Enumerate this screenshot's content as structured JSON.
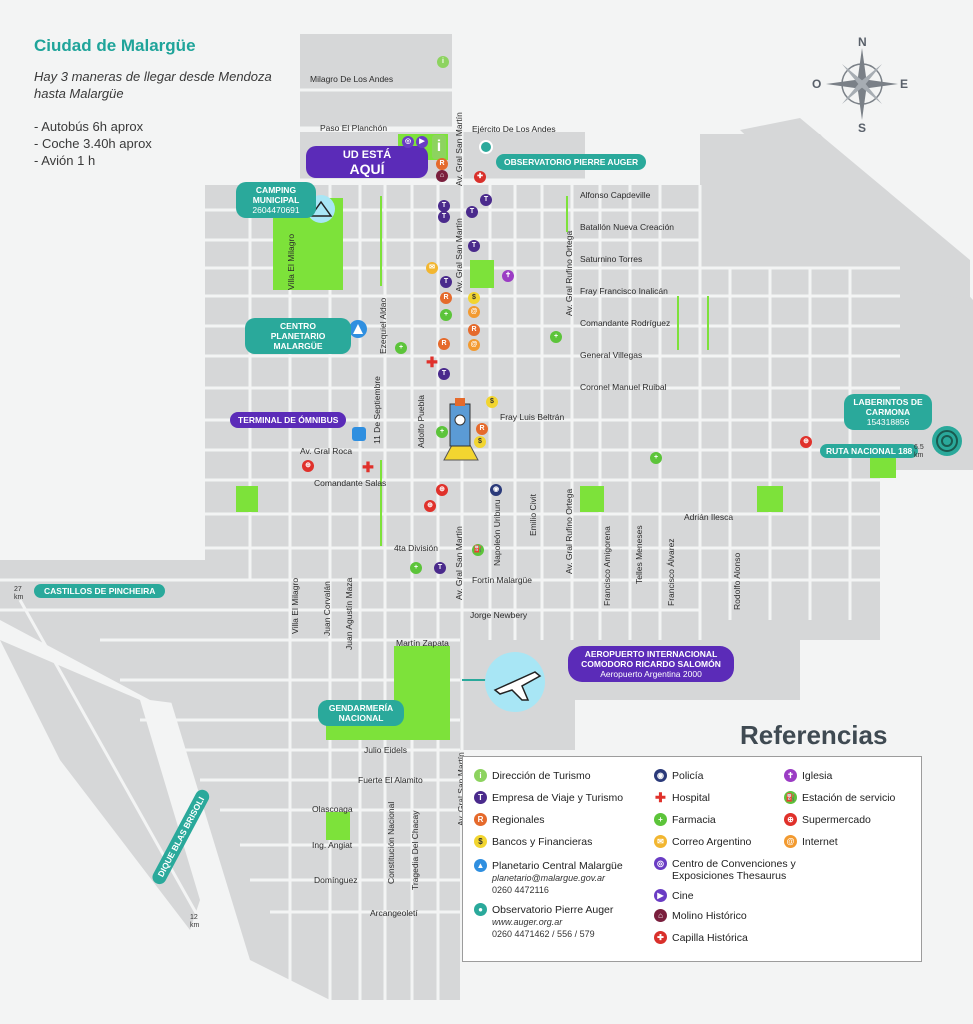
{
  "header": {
    "title": "Ciudad de Malargüe",
    "intro": "Hay 3 maneras de llegar desde Mendoza hasta Malargüe",
    "modes": [
      "- Autobús 6h aprox",
      "- Coche 3.40h aprox",
      "- Avión 1 h"
    ]
  },
  "compass": {
    "n": "N",
    "s": "S",
    "e": "E",
    "o": "O"
  },
  "here": {
    "line1": "UD ESTÁ",
    "line2": "AQUÍ"
  },
  "places": {
    "observatorio": "OBSERVATORIO PIERRE AUGER",
    "camping": "CAMPING MUNICIPAL",
    "camping_phone": "2604470691",
    "planetario": "CENTRO PLANETARIO MALARGÜE",
    "terminal": "TERMINAL DE ÓMNIBUS",
    "laberintos": "LABERINTOS DE CARMONA",
    "laberintos_phone": "154318856",
    "ruta": "RUTA NACIONAL 188",
    "ruta_km": "6.5 km",
    "castillos": "CASTILLOS DE PINCHEIRA",
    "castillos_km": "27 km",
    "dique": "DIQUE BLAS BRISOLI",
    "dique_km": "12 km",
    "aeropuerto": "AEROPUERTO INTERNACIONAL COMODORO RICARDO SALOMÓN",
    "aeropuerto_sub": "Aeropuerto Argentina 2000",
    "gendarmeria": "GENDARMERÍA NACIONAL"
  },
  "streets": {
    "milagro_andes": "Milagro De Los Andes",
    "paso_planchon": "Paso El Planchón",
    "ejercito_andes": "Ejército De Los Andes",
    "alfonso": "Alfonso Capdeville",
    "batallon": "Batallón Nueva Creación",
    "saturnino": "Saturnino Torres",
    "fray_inalican": "Fray Francisco Inalicán",
    "comandante_rodriguez": "Comandante Rodríguez",
    "general_villegas": "General Villegas",
    "coronel_ruibal": "Coronel Manuel Ruibal",
    "fray_beltran": "Fray Luis Beltrán",
    "av_roca": "Av. Gral  Roca",
    "comandante_salas": "Comandante Salas",
    "adrian": "Adrián Ilesca",
    "cuarta_division": "4ta División",
    "fortin": "Fortín Malargüe",
    "jorge_newbery": "Jorge Newbery",
    "martin_zapata": "Martín Zapata",
    "julio_eidels": "Julio Eidels",
    "fuerte_alamito": "Fuerte El Alamito",
    "olascoaga": "Olascoaga",
    "ing_angiat": "Ing. Angiat",
    "dominguez": "Domínguez",
    "arcangeoleti": "Arcangeoletí",
    "av_san_martin": "Av. Gral San Martín",
    "av_rufino": "Av. Gral Rufino Ortega",
    "villa_milagro": "Villa El Milagro",
    "ezequiel": "Ezequiel Aldao",
    "once_sept": "11 De Septiembre",
    "adolfo_puebla": "Adolfo Puebla",
    "napoleon": "Napoleón Uriburu",
    "emilio_civit": "Emilio Civit",
    "francisco_amigorena": "Francisco Amigorena",
    "telles_meneses": "Telles Meneses",
    "francisco_alvarez": "Francisco Álvarez",
    "rodolfo_alonso": "Rodolfo Alonso",
    "juan_corvalan": "Juan Corvalán",
    "juan_agustin_maza": "Juan Agustín Maza",
    "constitucion": "Constitución Nacional",
    "tragedia": "Tragedia Del Chacay"
  },
  "references": {
    "title": "Referencias",
    "col1": [
      {
        "icon": "info-icon",
        "label": "Dirección de Turismo",
        "color": "#8dd35f"
      },
      {
        "icon": "travel-agency-icon",
        "label": "Empresa de Viaje y Turismo",
        "color": "#4a2a8c"
      },
      {
        "icon": "regionales-icon",
        "label": "Regionales",
        "color": "#e56a2c"
      },
      {
        "icon": "bank-icon",
        "label": "Bancos y Financieras",
        "color": "#f2d530"
      },
      {
        "icon": "planetarium-icon",
        "label": "Planetario Central Malargüe",
        "color": "#2f8fe0",
        "extra1": "planetario@malargue.gov.ar",
        "extra2": "0260 4472116"
      },
      {
        "icon": "observatory-icon",
        "label": "Observatorio Pierre Auger",
        "color": "#2aa99b",
        "extra1": "www.auger.org.ar",
        "extra2": "0260 4471462 / 556 / 579"
      }
    ],
    "col2": [
      {
        "icon": "police-icon",
        "label": "Policía",
        "color": "#2b3a7a"
      },
      {
        "icon": "hospital-icon",
        "label": "Hospital",
        "color": "#e0312b"
      },
      {
        "icon": "pharmacy-icon",
        "label": "Farmacia",
        "color": "#5cc43a"
      },
      {
        "icon": "mail-icon",
        "label": "Correo Argentino",
        "color": "#f2b630"
      },
      {
        "icon": "convention-icon",
        "label": "Centro de Convenciones y Exposiciones Thesaurus",
        "color": "#6a3cc4"
      },
      {
        "icon": "cinema-icon",
        "label": "Cine",
        "color": "#6a3cc4"
      },
      {
        "icon": "mill-icon",
        "label": "Molino Histórico",
        "color": "#7a1f3d"
      },
      {
        "icon": "chapel-icon",
        "label": "Capilla Histórica",
        "color": "#d9302b"
      }
    ],
    "col3": [
      {
        "icon": "church-icon",
        "label": "Iglesia",
        "color": "#9b3cc4"
      },
      {
        "icon": "gas-station-icon",
        "label": "Estación de servicio",
        "color": "#5cc43a"
      },
      {
        "icon": "supermarket-icon",
        "label": "Supermercado",
        "color": "#e0312b"
      },
      {
        "icon": "internet-icon",
        "label": "Internet",
        "color": "#f29a30"
      }
    ]
  },
  "colors": {
    "park": "#7de23a",
    "street": "#d9dadb",
    "teal": "#2aa99b",
    "purple": "#5b2bb8"
  }
}
